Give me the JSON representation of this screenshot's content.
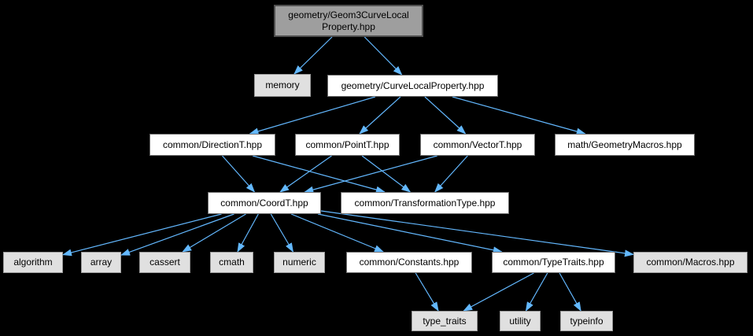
{
  "diagram": {
    "kind": "include-dependency-graph",
    "background_color": "#000000",
    "edge_color": "#63b8ff",
    "root_fill": "#9e9e9e",
    "lib_fill": "#e0e0e0",
    "doc_fill": "#ffffff",
    "nodes": {
      "root": {
        "label_line1": "geometry/Geom3CurveLocal",
        "label_line2": "Property.hpp"
      },
      "memory": {
        "label": "memory"
      },
      "curvelocal": {
        "label": "geometry/CurveLocalProperty.hpp"
      },
      "direction": {
        "label": "common/DirectionT.hpp"
      },
      "point": {
        "label": "common/PointT.hpp"
      },
      "vector": {
        "label": "common/VectorT.hpp"
      },
      "geomacros": {
        "label": "math/GeometryMacros.hpp"
      },
      "coord": {
        "label": "common/CoordT.hpp"
      },
      "transftype": {
        "label": "common/TransformationType.hpp"
      },
      "algorithm": {
        "label": "algorithm"
      },
      "array": {
        "label": "array"
      },
      "cassert": {
        "label": "cassert"
      },
      "cmath": {
        "label": "cmath"
      },
      "numeric": {
        "label": "numeric"
      },
      "constants": {
        "label": "common/Constants.hpp"
      },
      "typetraits": {
        "label": "common/TypeTraits.hpp"
      },
      "macros": {
        "label": "common/Macros.hpp"
      },
      "type_traits": {
        "label": "type_traits"
      },
      "utility": {
        "label": "utility"
      },
      "typeinfo": {
        "label": "typeinfo"
      }
    },
    "edges": [
      {
        "from": "root",
        "to": "memory"
      },
      {
        "from": "root",
        "to": "curvelocal"
      },
      {
        "from": "curvelocal",
        "to": "direction"
      },
      {
        "from": "curvelocal",
        "to": "point"
      },
      {
        "from": "curvelocal",
        "to": "vector"
      },
      {
        "from": "curvelocal",
        "to": "geomacros"
      },
      {
        "from": "direction",
        "to": "coord"
      },
      {
        "from": "direction",
        "to": "transftype"
      },
      {
        "from": "point",
        "to": "coord"
      },
      {
        "from": "point",
        "to": "transftype"
      },
      {
        "from": "vector",
        "to": "coord"
      },
      {
        "from": "vector",
        "to": "transftype"
      },
      {
        "from": "coord",
        "to": "algorithm"
      },
      {
        "from": "coord",
        "to": "array"
      },
      {
        "from": "coord",
        "to": "cassert"
      },
      {
        "from": "coord",
        "to": "cmath"
      },
      {
        "from": "coord",
        "to": "numeric"
      },
      {
        "from": "coord",
        "to": "constants"
      },
      {
        "from": "coord",
        "to": "typetraits"
      },
      {
        "from": "coord",
        "to": "macros"
      },
      {
        "from": "constants",
        "to": "type_traits"
      },
      {
        "from": "typetraits",
        "to": "type_traits"
      },
      {
        "from": "typetraits",
        "to": "utility"
      },
      {
        "from": "typetraits",
        "to": "typeinfo"
      }
    ]
  }
}
